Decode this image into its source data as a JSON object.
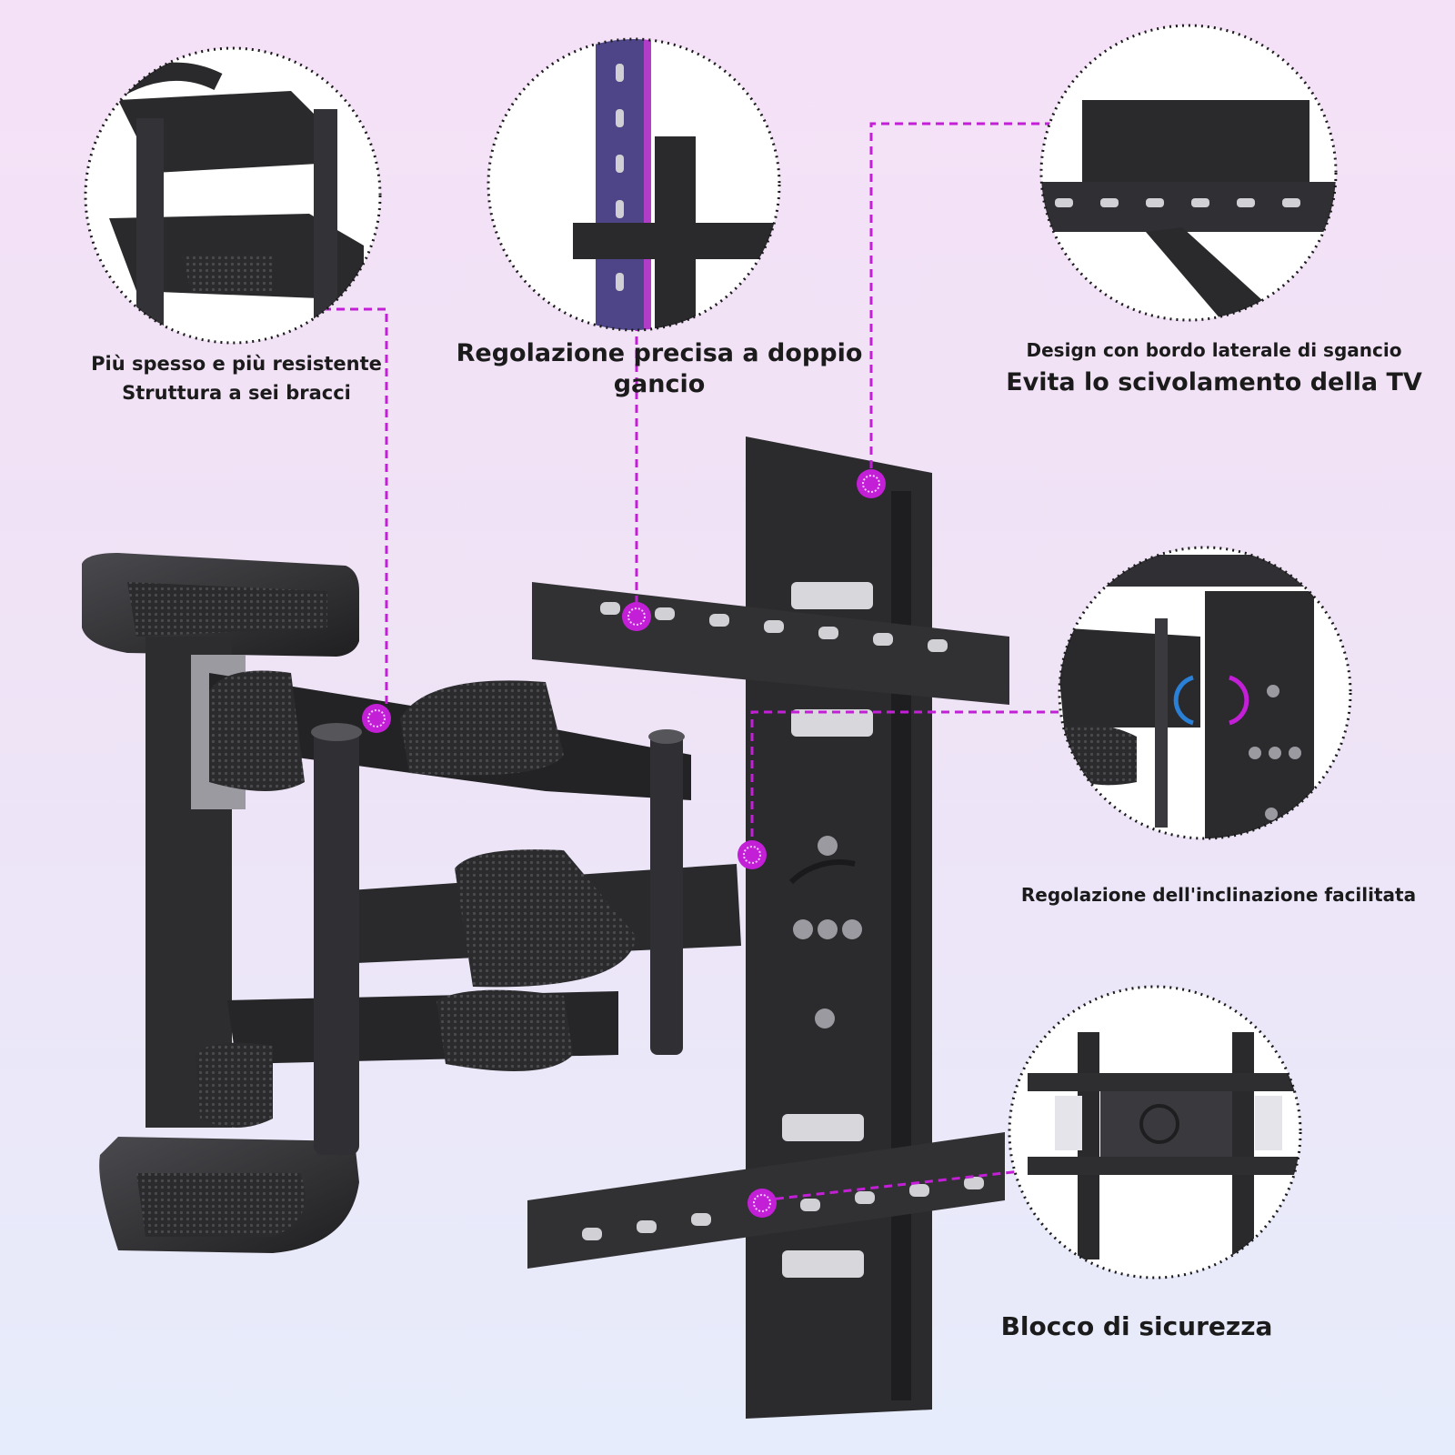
{
  "features": {
    "arms": {
      "line1": "Più spesso e più resistente",
      "line2": "Struttura a sei bracci"
    },
    "hook": {
      "text": "Regolazione precisa a doppio gancio"
    },
    "edge": {
      "subtitle": "Design con bordo laterale di sgancio",
      "title": "Evita lo scivolamento della TV"
    },
    "tilt": {
      "text": "Regolazione dell'inclinazione facilitata"
    },
    "lock": {
      "text": "Blocco di sicurezza"
    }
  },
  "colors": {
    "accent": "#c21fd6",
    "bracket": "#2a2a2c",
    "bracket_light": "#3d3d40",
    "tilt_arrow_blue": "#2a7fd6"
  }
}
